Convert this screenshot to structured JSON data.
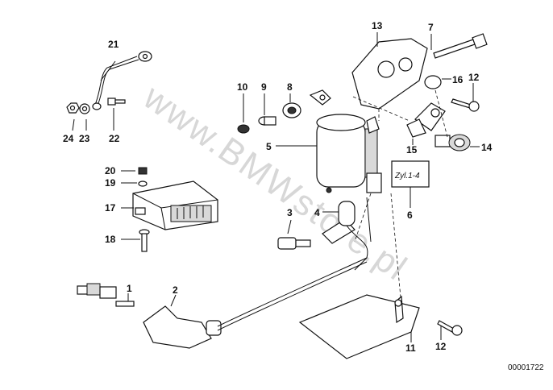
{
  "diagram": {
    "callouts": {
      "c1": "1",
      "c2": "2",
      "c3": "3",
      "c4": "4",
      "c5": "5",
      "c6": "6",
      "c7": "7",
      "c8": "8",
      "c9": "9",
      "c10": "10",
      "c11": "11",
      "c12a": "12",
      "c12b": "12",
      "c13": "13",
      "c14": "14",
      "c15": "15",
      "c16": "16",
      "c17": "17",
      "c18": "18",
      "c19": "19",
      "c20": "20",
      "c21": "21",
      "c22": "22",
      "c23": "23",
      "c24": "24"
    },
    "label_text": "Zyl.1-4",
    "watermark": "www.BMWstore.pl",
    "reference": "00001722"
  }
}
